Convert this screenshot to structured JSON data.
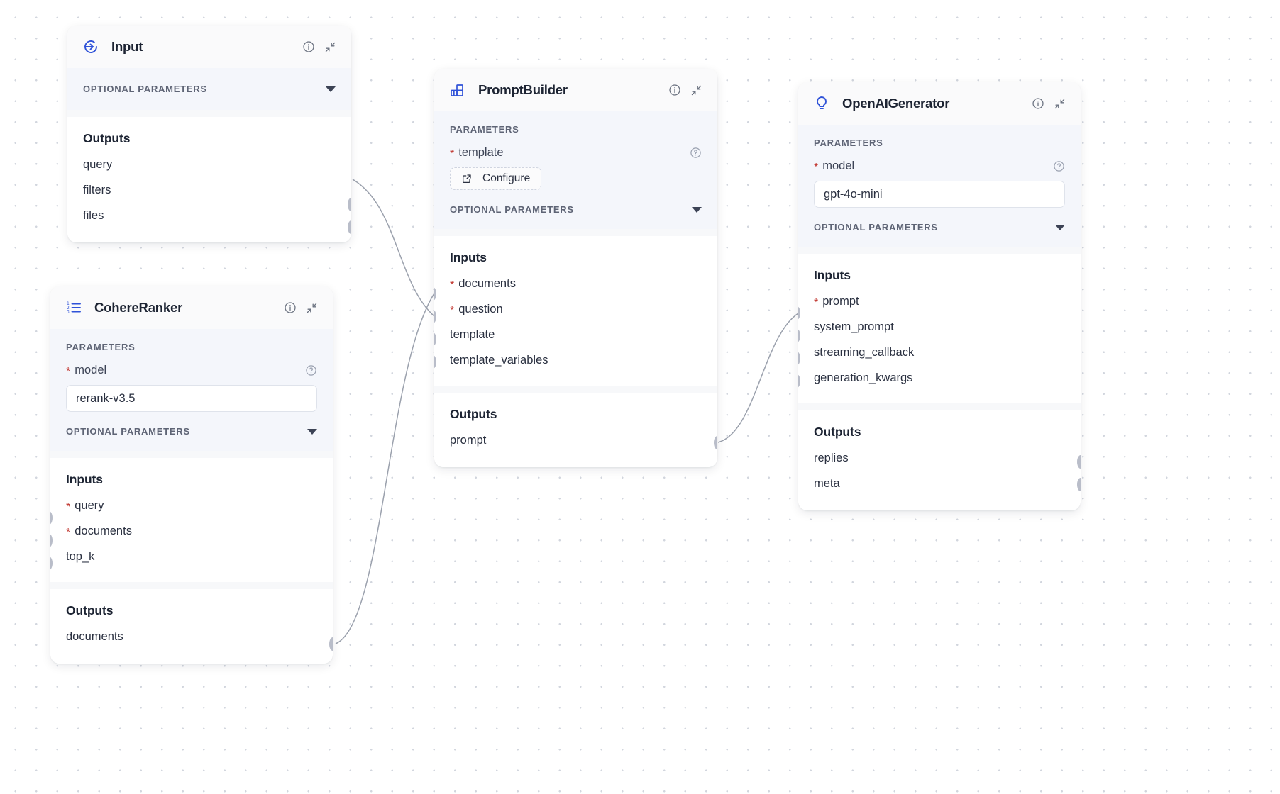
{
  "canvas": {
    "background": "#ffffff",
    "dot_color": "#d2d6de"
  },
  "labels": {
    "parameters": "PARAMETERS",
    "optional_parameters": "OPTIONAL PARAMETERS",
    "inputs": "Inputs",
    "outputs": "Outputs"
  },
  "nodes": [
    {
      "id": "input",
      "title": "Input",
      "icon": "arrow-into-circle-icon",
      "accent": "#2f52d8",
      "optional_parameters_label": "OPTIONAL PARAMETERS",
      "outputs": [
        "query",
        "filters",
        "files"
      ]
    },
    {
      "id": "cohere-ranker",
      "title": "CohereRanker",
      "icon": "ordered-list-icon",
      "accent": "#2f52d8",
      "parameters_label": "PARAMETERS",
      "model_label": "model",
      "model_value": "rerank-v3.5",
      "optional_parameters_label": "OPTIONAL PARAMETERS",
      "inputs": [
        {
          "name": "query",
          "required": true
        },
        {
          "name": "documents",
          "required": true
        },
        {
          "name": "top_k",
          "required": false
        }
      ],
      "outputs": [
        "documents"
      ]
    },
    {
      "id": "prompt-builder",
      "title": "PromptBuilder",
      "icon": "blocks-grid-icon",
      "accent": "#2f52d8",
      "parameters_label": "PARAMETERS",
      "template_label": "template",
      "configure_label": "Configure",
      "optional_parameters_label": "OPTIONAL PARAMETERS",
      "inputs": [
        {
          "name": "documents",
          "required": true
        },
        {
          "name": "question",
          "required": true
        },
        {
          "name": "template",
          "required": false
        },
        {
          "name": "template_variables",
          "required": false
        }
      ],
      "outputs": [
        "prompt"
      ]
    },
    {
      "id": "openai-generator",
      "title": "OpenAIGenerator",
      "icon": "lightbulb-icon",
      "accent": "#2f52d8",
      "parameters_label": "PARAMETERS",
      "model_label": "model",
      "model_value": "gpt-4o-mini",
      "optional_parameters_label": "OPTIONAL PARAMETERS",
      "inputs": [
        {
          "name": "prompt",
          "required": true
        },
        {
          "name": "system_prompt",
          "required": false
        },
        {
          "name": "streaming_callback",
          "required": false
        },
        {
          "name": "generation_kwargs",
          "required": false
        }
      ],
      "outputs": [
        "replies",
        "meta"
      ]
    }
  ],
  "header_actions": {
    "info": "info-icon",
    "collapse": "collapse-icon"
  }
}
